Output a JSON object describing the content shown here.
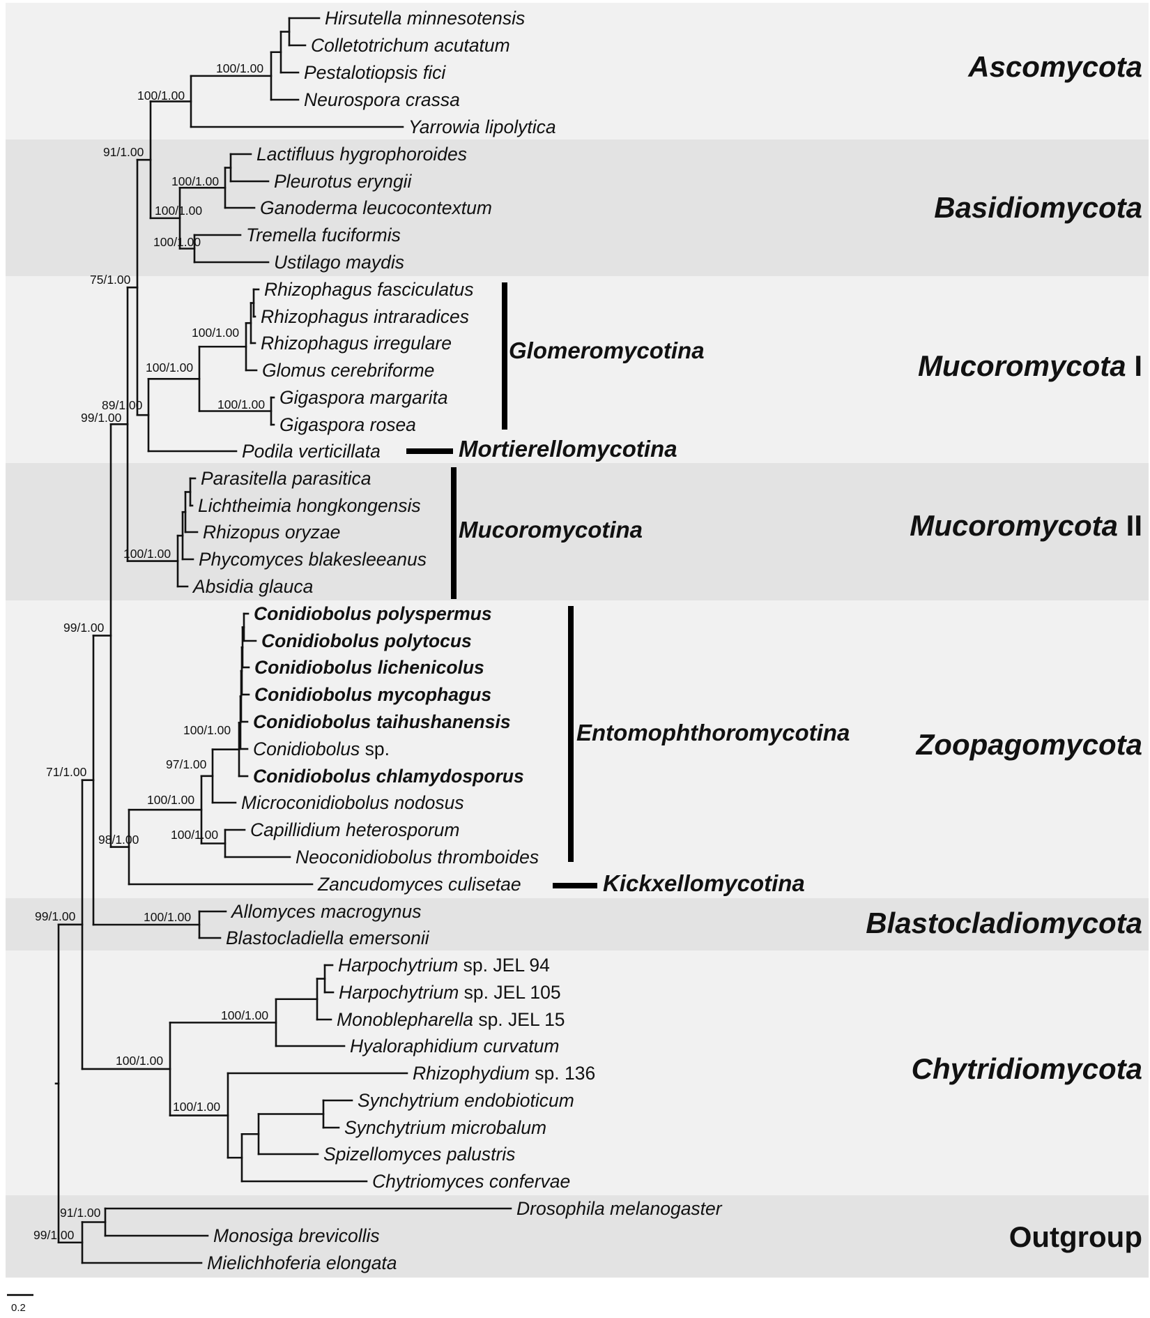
{
  "bands": [
    {
      "id": "ascomycota",
      "fill": "#f1f1f1"
    },
    {
      "id": "basidiomycota",
      "fill": "#e3e3e3"
    },
    {
      "id": "mucoromycota1",
      "fill": "#f1f1f1"
    },
    {
      "id": "mucoromycota2",
      "fill": "#e3e3e3"
    },
    {
      "id": "zoopagomycota",
      "fill": "#f1f1f1"
    },
    {
      "id": "blastocladiomycota",
      "fill": "#e3e3e3"
    },
    {
      "id": "chytridiomycota",
      "fill": "#f1f1f1"
    },
    {
      "id": "outgroup",
      "fill": "#e3e3e3"
    }
  ],
  "phyla": [
    {
      "id": "ascomycota",
      "label": "Ascomycota"
    },
    {
      "id": "basidiomycota",
      "label": "Basidiomycota"
    },
    {
      "id": "mucoromycota1",
      "label": "Mucoromycota",
      "suffix": " I"
    },
    {
      "id": "mucoromycota2",
      "label": "Mucoromycota",
      "suffix": " II"
    },
    {
      "id": "zoopagomycota",
      "label": "Zoopagomycota"
    },
    {
      "id": "blastocladiomycota",
      "label": "Blastocladiomycota"
    },
    {
      "id": "chytridiomycota",
      "label": "Chytridiomycota"
    },
    {
      "id": "outgroup",
      "label": "Outgroup",
      "upright": true
    }
  ],
  "taxa": [
    {
      "id": "t0",
      "name": "Hirsutella minnesotensis"
    },
    {
      "id": "t1",
      "name": "Colletotrichum acutatum"
    },
    {
      "id": "t2",
      "name": "Pestalotiopsis fici"
    },
    {
      "id": "t3",
      "name": "Neurospora crassa"
    },
    {
      "id": "t4",
      "name": "Yarrowia lipolytica"
    },
    {
      "id": "t5",
      "name": "Lactifluus hygrophoroides"
    },
    {
      "id": "t6",
      "name": "Pleurotus eryngii"
    },
    {
      "id": "t7",
      "name": "Ganoderma leucocontextum"
    },
    {
      "id": "t8",
      "name": "Tremella fuciformis"
    },
    {
      "id": "t9",
      "name": "Ustilago maydis"
    },
    {
      "id": "t10",
      "name": "Rhizophagus fasciculatus"
    },
    {
      "id": "t11",
      "name": "Rhizophagus intraradices"
    },
    {
      "id": "t12",
      "name": "Rhizophagus irregulare"
    },
    {
      "id": "t13",
      "name": "Glomus cerebriforme"
    },
    {
      "id": "t14",
      "name": "Gigaspora margarita"
    },
    {
      "id": "t15",
      "name": "Gigaspora rosea"
    },
    {
      "id": "t16",
      "name": "Podila verticillata"
    },
    {
      "id": "t17",
      "name": "Parasitella parasitica"
    },
    {
      "id": "t18",
      "name": "Lichtheimia hongkongensis"
    },
    {
      "id": "t19",
      "name": "Rhizopus oryzae"
    },
    {
      "id": "t20",
      "name": "Phycomyces blakesleeanus"
    },
    {
      "id": "t21",
      "name": "Absidia glauca"
    },
    {
      "id": "t22",
      "name": "Conidiobolus polyspermus",
      "bold": true
    },
    {
      "id": "t23",
      "name": "Conidiobolus polytocus",
      "bold": true
    },
    {
      "id": "t24",
      "name": "Conidiobolus lichenicolus",
      "bold": true
    },
    {
      "id": "t25",
      "name": "Conidiobolus mycophagus",
      "bold": true
    },
    {
      "id": "t26",
      "name": "Conidiobolus taihushanensis",
      "bold": true
    },
    {
      "id": "t27",
      "name": "Conidiobolus",
      "suffix": " sp."
    },
    {
      "id": "t28",
      "name": "Conidiobolus chlamydosporus",
      "bold": true
    },
    {
      "id": "t29",
      "name": "Microconidiobolus nodosus"
    },
    {
      "id": "t30",
      "name": "Capillidium heterosporum"
    },
    {
      "id": "t31",
      "name": "Neoconidiobolus thromboides"
    },
    {
      "id": "t32",
      "name": "Zancudomyces culisetae"
    },
    {
      "id": "t33",
      "name": "Allomyces macrogynus"
    },
    {
      "id": "t34",
      "name": "Blastocladiella emersonii"
    },
    {
      "id": "t35",
      "name": "Harpochytrium",
      "suffix": " sp. JEL 94"
    },
    {
      "id": "t36",
      "name": "Harpochytrium",
      "suffix": " sp. JEL 105"
    },
    {
      "id": "t37",
      "name": "Monoblepharella",
      "suffix": " sp. JEL 15"
    },
    {
      "id": "t38",
      "name": "Hyaloraphidium curvatum"
    },
    {
      "id": "t39",
      "name": "Rhizophydium",
      "suffix": " sp. 136"
    },
    {
      "id": "t40",
      "name": "Synchytrium endobioticum"
    },
    {
      "id": "t41",
      "name": "Synchytrium microbalum"
    },
    {
      "id": "t42",
      "name": "Spizellomyces palustris"
    },
    {
      "id": "t43",
      "name": "Chytriomyces confervae"
    },
    {
      "id": "t44",
      "name": "Drosophila melanogaster"
    },
    {
      "id": "t45",
      "name": "Monosiga brevicollis"
    },
    {
      "id": "t46",
      "name": "Mielichhoferia elongata"
    }
  ],
  "subclades": [
    {
      "id": "glomeromycotina",
      "label": "Glomeromycotina"
    },
    {
      "id": "mortierellomycotina",
      "label": "Mortierellomycotina"
    },
    {
      "id": "mucoromycotina",
      "label": "Mucoromycotina"
    },
    {
      "id": "entomophthoromycotina",
      "label": "Entomophthoromycotina"
    },
    {
      "id": "kickxellomycotina",
      "label": "Kickxellomycotina"
    }
  ],
  "supports": [
    {
      "id": "asco_core",
      "label": "100/1.00"
    },
    {
      "id": "asco",
      "label": "100/1.00"
    },
    {
      "id": "dikarya",
      "label": "91/1.00"
    },
    {
      "id": "agarico",
      "label": "100/1.00"
    },
    {
      "id": "agarico_uppertrio",
      "label": "100/1.00"
    },
    {
      "id": "tremella_ustilago",
      "label": "100/1.00"
    },
    {
      "id": "dikarya_glom",
      "label": "75/1.00"
    },
    {
      "id": "rhizophagus",
      "label": "100/1.00"
    },
    {
      "id": "glomero",
      "label": "100/1.00"
    },
    {
      "id": "gigaspora",
      "label": "100/1.00"
    },
    {
      "id": "muco1",
      "label": "89/1.00"
    },
    {
      "id": "muco_all",
      "label": "99/1.00"
    },
    {
      "id": "mucoromycotina",
      "label": "100/1.00"
    },
    {
      "id": "dik_muco_zoo",
      "label": "99/1.00"
    },
    {
      "id": "conidiobolus",
      "label": "100/1.00"
    },
    {
      "id": "conid_micro",
      "label": "97/1.00"
    },
    {
      "id": "entomo",
      "label": "100/1.00"
    },
    {
      "id": "capil_neo",
      "label": "100/1.00"
    },
    {
      "id": "zoopago",
      "label": "98/1.00"
    },
    {
      "id": "nonchytrid",
      "label": "71/1.00"
    },
    {
      "id": "blasto",
      "label": "100/1.00"
    },
    {
      "id": "fungi",
      "label": "99/1.00"
    },
    {
      "id": "monoble",
      "label": "100/1.00"
    },
    {
      "id": "chytrid",
      "label": "100/1.00"
    },
    {
      "id": "chytrid_b",
      "label": "100/1.00"
    },
    {
      "id": "opisthokont",
      "label": "91/1.00"
    },
    {
      "id": "root",
      "label": "99/1.00"
    }
  ],
  "scale": {
    "label": "0.2"
  }
}
